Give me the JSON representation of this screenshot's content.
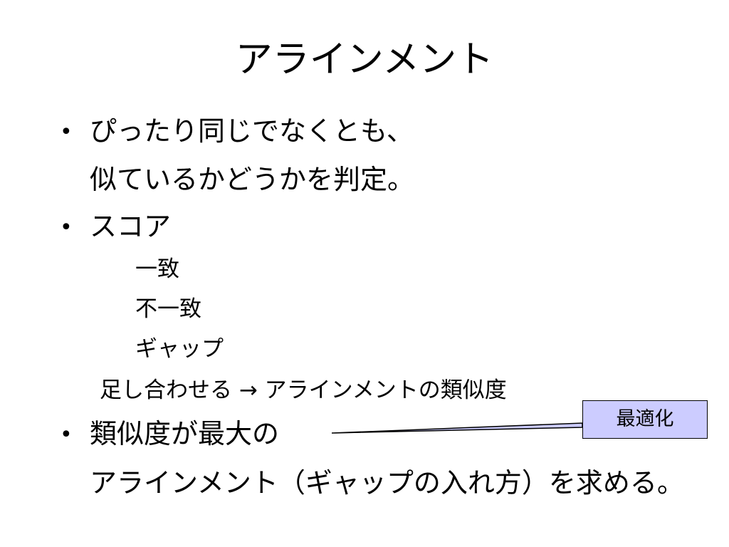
{
  "title": "アラインメント",
  "bullet_symbol": "•",
  "bullet1": {
    "line1": "ぴったり同じでなくとも、",
    "line2": "似ているかどうかを判定。"
  },
  "bullet2": {
    "text": "スコア",
    "sub_items": [
      "一致",
      "不一致",
      "ギャップ"
    ],
    "summary": "足し合わせる → アラインメントの類似度"
  },
  "bullet3": {
    "line1": "類似度が最大の",
    "line2": "アラインメント（ギャップの入れ方）を求める。"
  },
  "callout": {
    "text": "最適化",
    "fill": "#ccccff"
  }
}
